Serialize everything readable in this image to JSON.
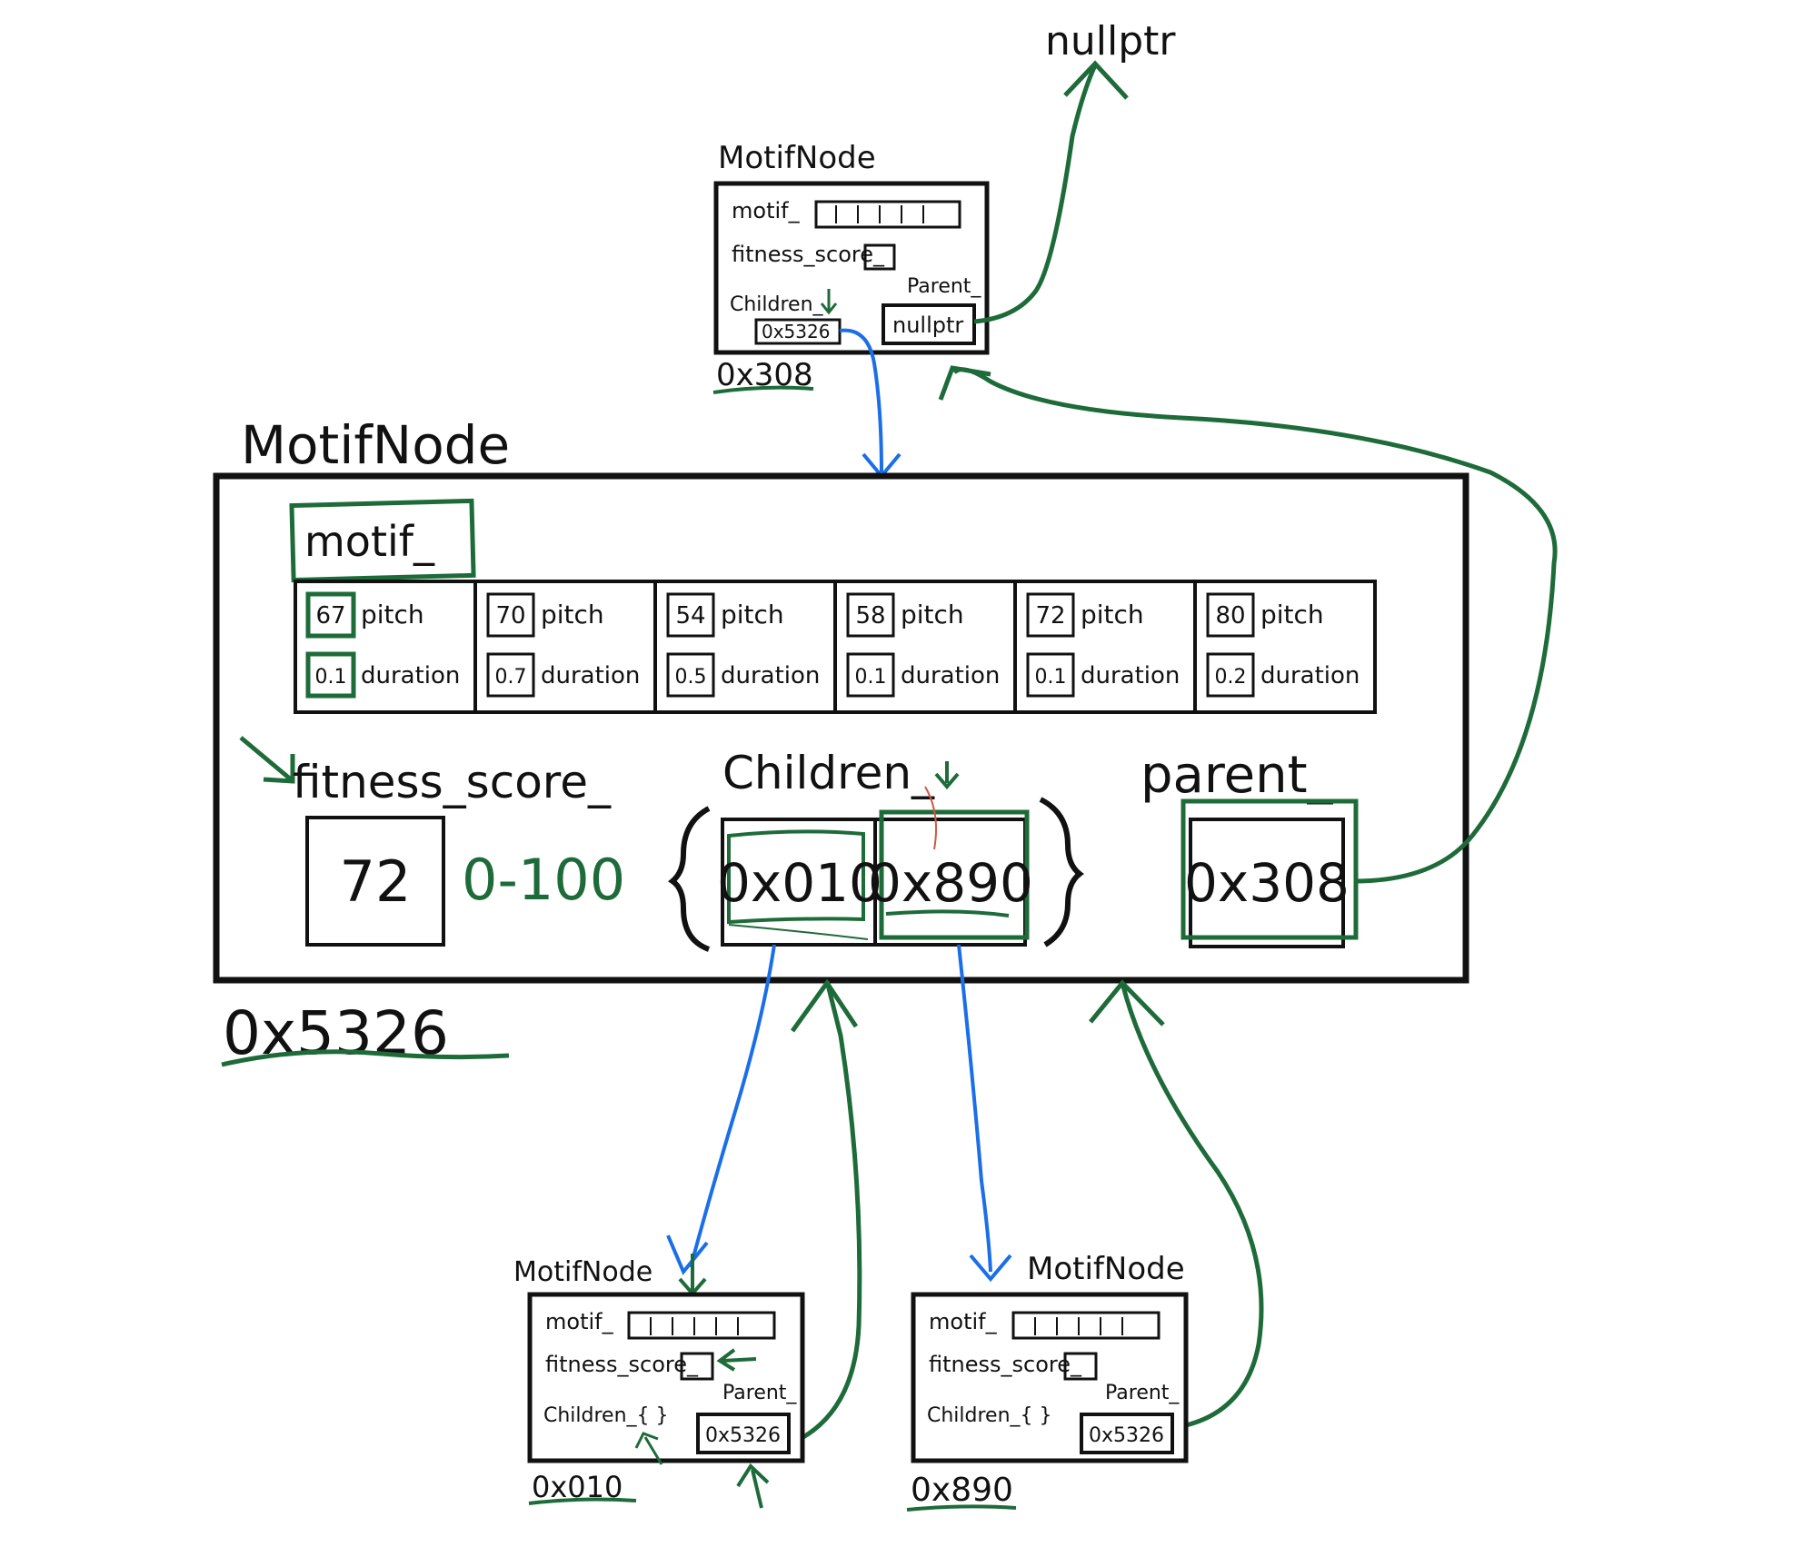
{
  "colors": {
    "ink": "#111111",
    "green": "#1e6b3a",
    "blue": "#1a6fe8",
    "red": "#d0583f"
  },
  "root": {
    "nullptr_label": "nullptr",
    "type_label": "MotifNode",
    "motif_label": "motif_",
    "fitness_label": "fitness_score_",
    "children_label": "Children_",
    "parent_label": "Parent_",
    "child_ptr": "0x5326",
    "parent_value": "nullptr",
    "address": "0x308"
  },
  "main": {
    "type_label": "MotifNode",
    "motif_label": "motif_",
    "notes": [
      {
        "pitch": "67",
        "duration": "0.1"
      },
      {
        "pitch": "70",
        "duration": "0.7"
      },
      {
        "pitch": "54",
        "duration": "0.5"
      },
      {
        "pitch": "58",
        "duration": "0.1"
      },
      {
        "pitch": "72",
        "duration": "0.1"
      },
      {
        "pitch": "80",
        "duration": "0.2"
      }
    ],
    "pitch_label": "pitch",
    "duration_label": "duration",
    "fitness_label": "fitness_score_",
    "fitness_value": "72",
    "fitness_range": "0-100",
    "children_label": "Children_",
    "children": [
      "0x010",
      "0x890"
    ],
    "parent_label": "parent_",
    "parent_value": "0x308",
    "address": "0x5326"
  },
  "child_left": {
    "type_label": "MotifNode",
    "motif_label": "motif_",
    "fitness_label": "fitness_score_",
    "children_label": "Children_{ }",
    "parent_label": "Parent_",
    "parent_value": "0x5326",
    "address": "0x010"
  },
  "child_right": {
    "type_label": "MotifNode",
    "motif_label": "motif_",
    "fitness_label": "fitness_score_",
    "children_label": "Children_{ }",
    "parent_label": "Parent_",
    "parent_value": "0x5326",
    "address": "0x890"
  }
}
